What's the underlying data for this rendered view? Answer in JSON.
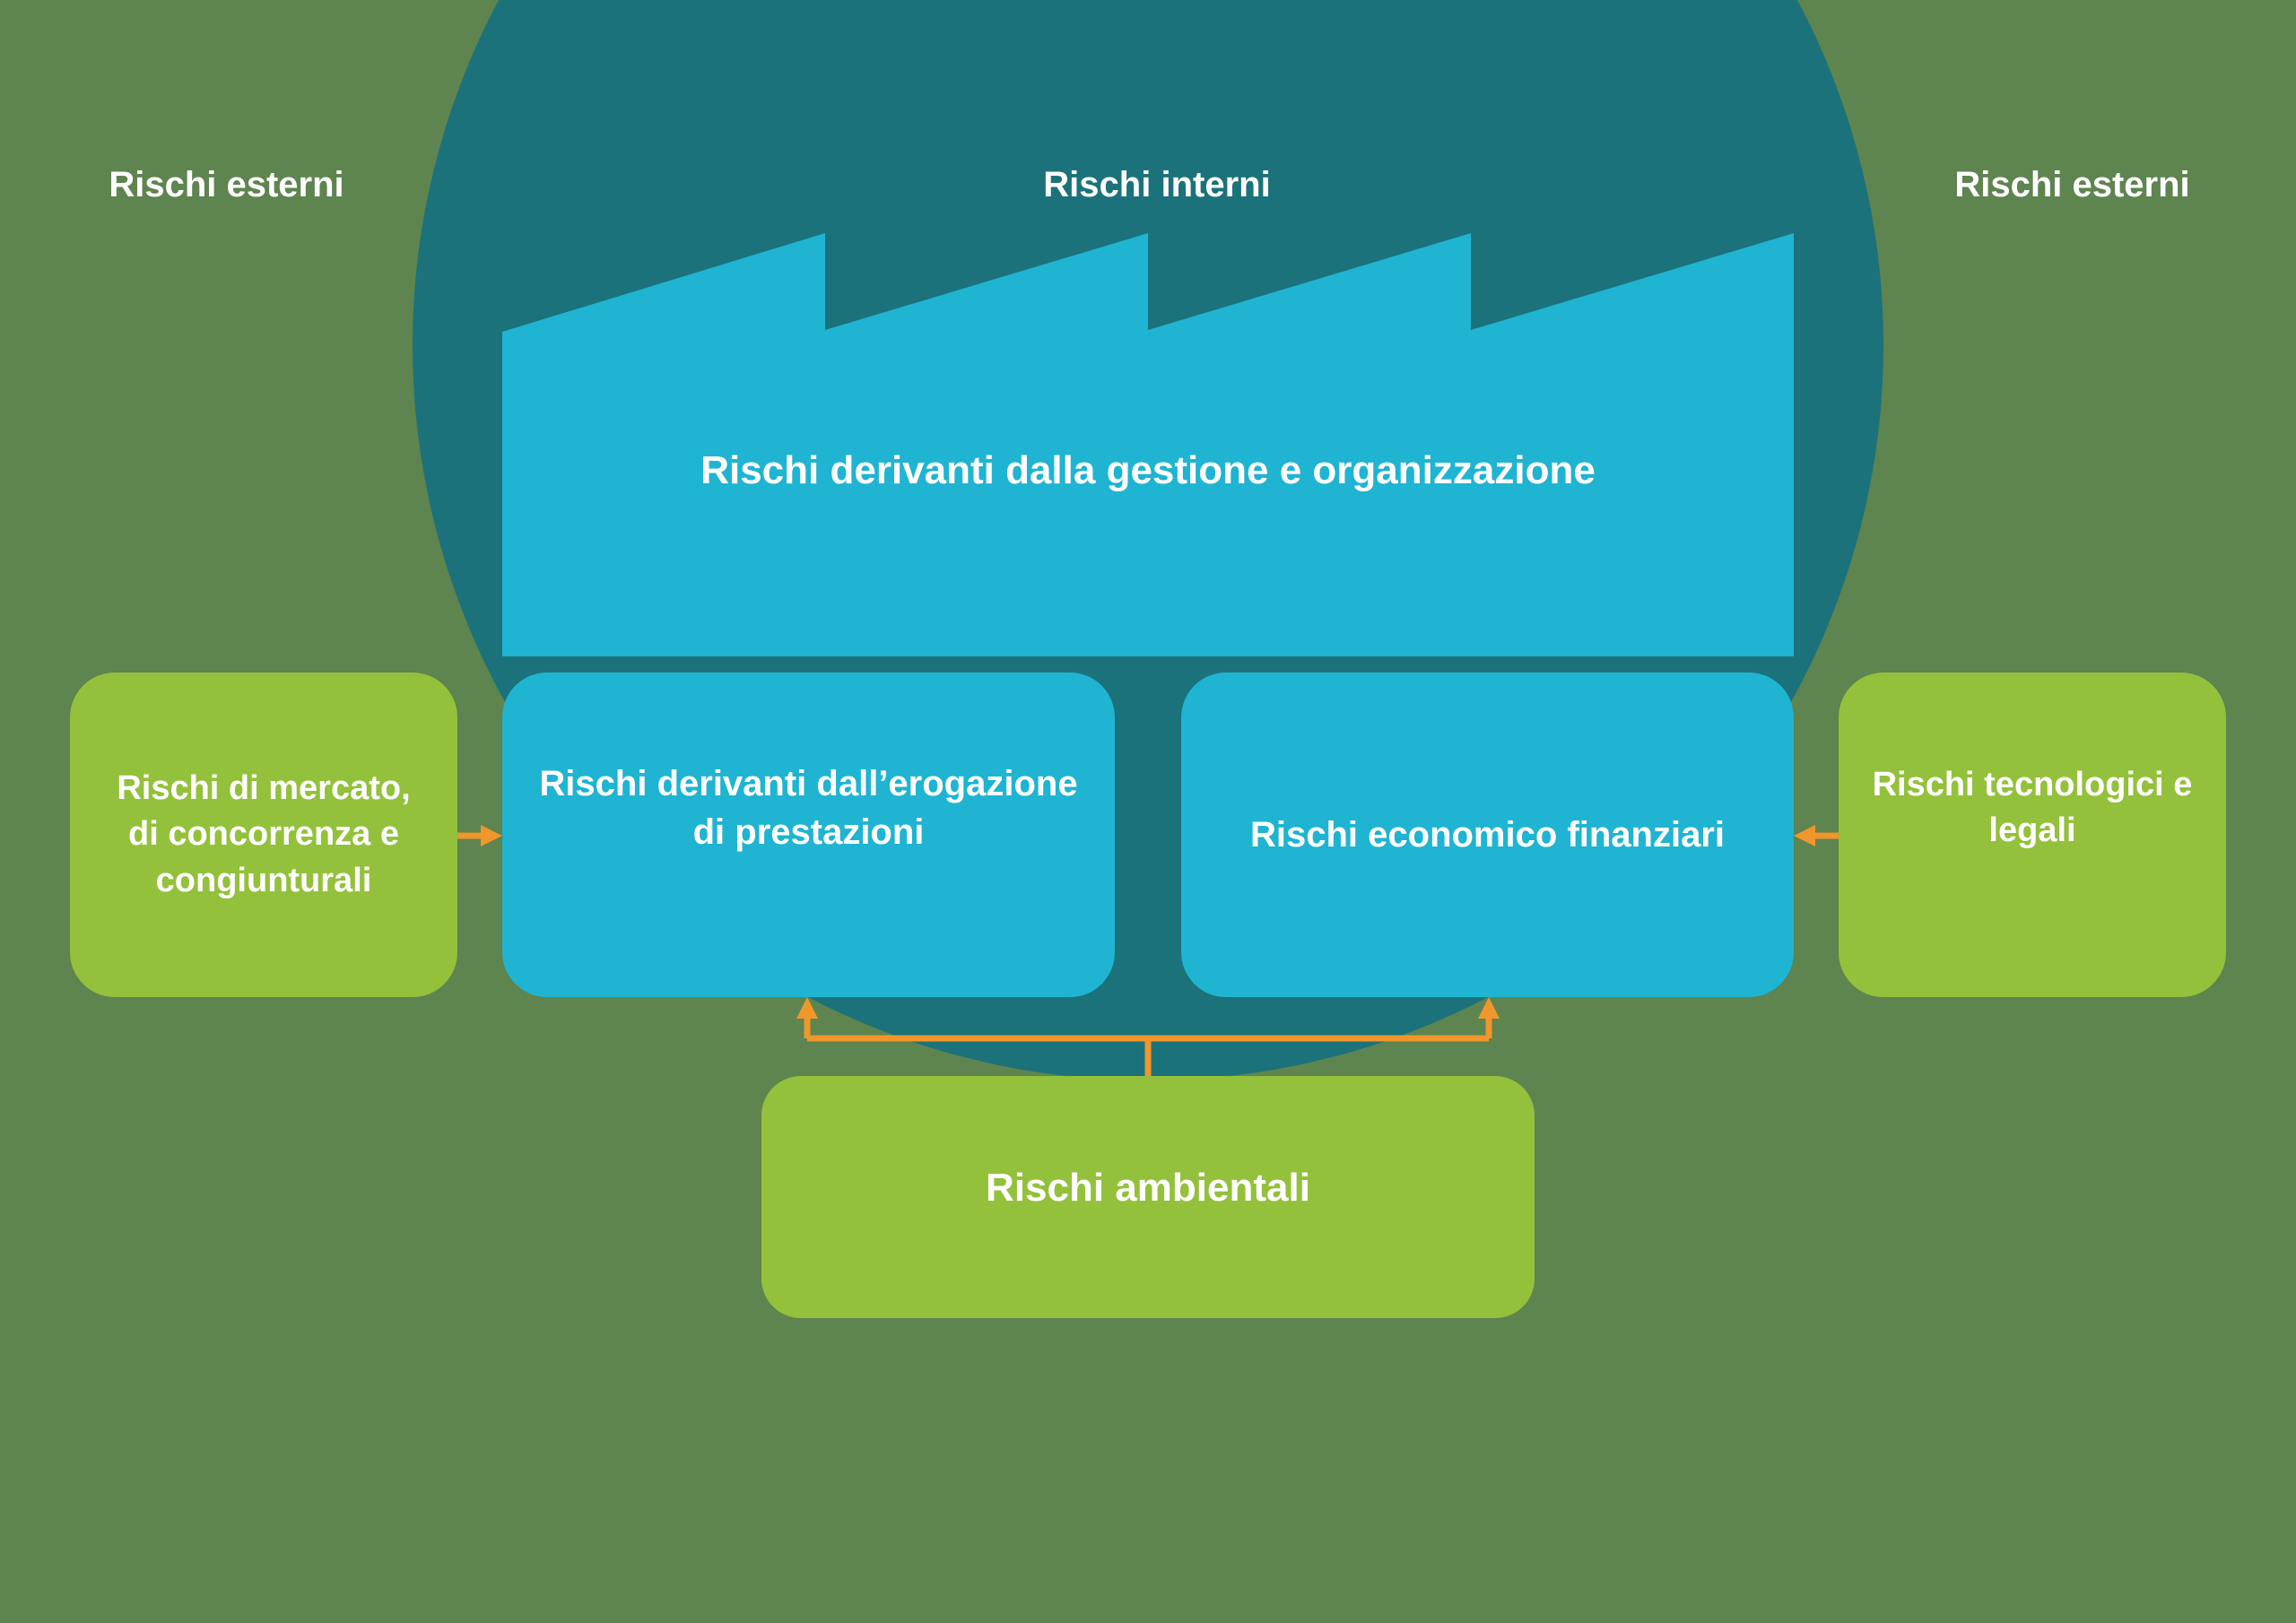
{
  "colors": {
    "background": "#5e844f",
    "internal_circle": "#1b727b",
    "internal_block": "#1fb4d2",
    "external_block": "#93c13b",
    "arrow": "#f0962b",
    "text": "#ffffff"
  },
  "headers": {
    "left": "Rischi esterni",
    "center": "Rischi interni",
    "right": "Rischi esterni"
  },
  "internal": {
    "management": "Rischi derivanti dalla gestione e organizzazione",
    "services": "Rischi derivanti dall’erogazione\ndi prestazioni",
    "financial": "Rischi economico finanziari"
  },
  "external": {
    "market": "Rischi di mercato,\ndi concorrenza e\ncongiunturali",
    "tech_legal": "Rischi tecnologici e\nlegali",
    "environmental": "Rischi ambientali"
  },
  "connections": [
    {
      "from": "Rischi di mercato, di concorrenza e congiunturali",
      "to": "Rischi derivanti dall’erogazione di prestazioni"
    },
    {
      "from": "Rischi tecnologici e legali",
      "to": "Rischi economico finanziari"
    },
    {
      "from": "Rischi ambientali",
      "to": "Rischi derivanti dall’erogazione di prestazioni"
    },
    {
      "from": "Rischi ambientali",
      "to": "Rischi economico finanziari"
    }
  ]
}
